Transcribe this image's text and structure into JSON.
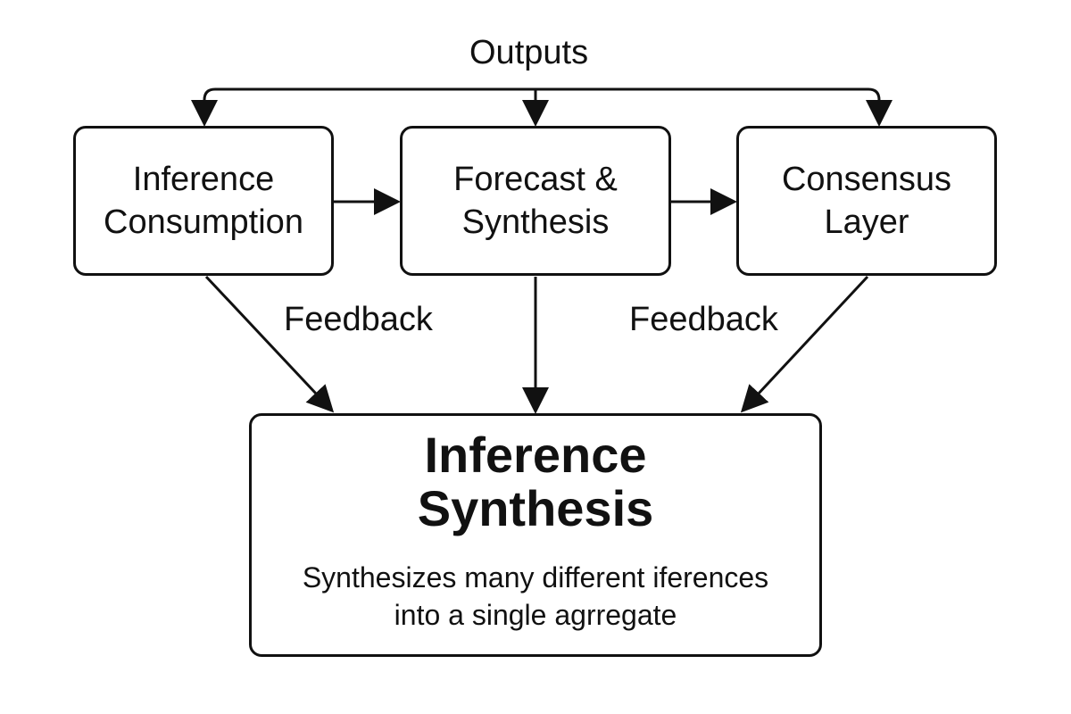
{
  "diagram": {
    "top_label": "Outputs",
    "boxes": {
      "inference_consumption": "Inference\nConsumption",
      "forecast_synthesis": "Forecast &\nSynthesis",
      "consensus_layer": "Consensus\nLayer"
    },
    "edge_labels": {
      "feedback_left": "Feedback",
      "feedback_right": "Feedback"
    },
    "main_box": {
      "title": "Inference\nSynthesis",
      "description": "Synthesizes many different iferences\ninto a single agrregate"
    }
  }
}
